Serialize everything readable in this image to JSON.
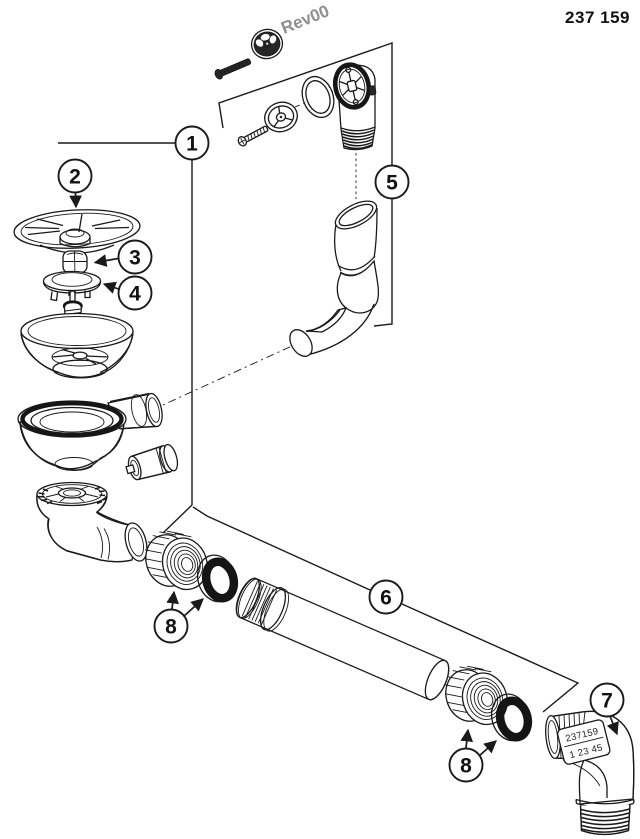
{
  "document": {
    "part_number": "237 159",
    "revision_label": "Rev00"
  },
  "callouts": {
    "c1": "1",
    "c2": "2",
    "c3": "3",
    "c4": "4",
    "c5": "5",
    "c6": "6",
    "c7": "7",
    "c8": "8"
  },
  "elbow_stamp": {
    "line1": "237159",
    "line2": "1 23 45"
  },
  "colors": {
    "line": "#1a1a1a",
    "dark_fill": "#262626",
    "revision_gray": "#8f8f8f",
    "background": "#ffffff"
  }
}
